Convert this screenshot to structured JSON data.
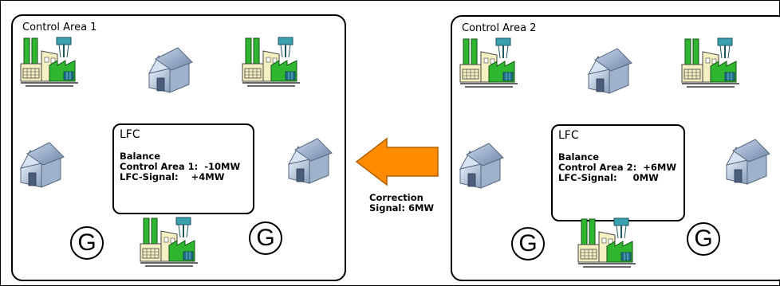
{
  "area1": {
    "title": "Control Area 1",
    "lfc": {
      "title": "LFC",
      "lines": "Balance\nControl Area 1:  -10MW\nLFC-Signal:    +4MW"
    },
    "generator_label": "G"
  },
  "area2": {
    "title": "Control Area 2",
    "lfc": {
      "title": "LFC",
      "lines": "Balance\nControl Area 2:  +6MW\nLFC-Signal:     0MW"
    },
    "generator_label": "G"
  },
  "correction": {
    "label": "Correction\nSignal: 6MW",
    "arrow_color": "#ff8c00"
  },
  "icons": [
    "factory-icon",
    "house-icon",
    "generator-icon",
    "arrow-icon"
  ]
}
